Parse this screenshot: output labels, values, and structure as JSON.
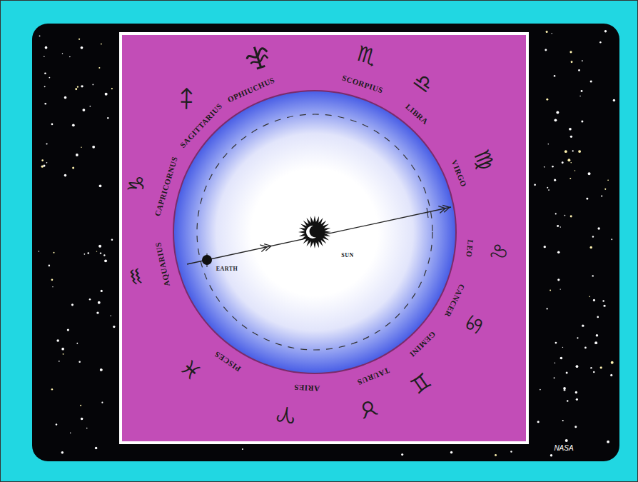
{
  "diagram": {
    "labels": [
      "OPHIUCHUS",
      "♏",
      "SCORPIUS",
      "♎",
      "LIBRA",
      "♍",
      "VIRGO",
      "♌",
      "LEO",
      "♋",
      "CANCER",
      "♊",
      "GEMINI",
      "♉",
      "TAURUS",
      "♈",
      "ARIES",
      "♓",
      "PISCES",
      "♒",
      "AQUARIUS",
      "♑",
      "CAPRICORNUS",
      "♐",
      "SAGITTARIUS",
      "SUN",
      "EARTH",
      "NASA"
    ]
  }
}
